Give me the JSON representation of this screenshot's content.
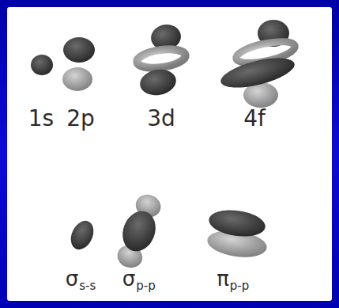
{
  "diagram": {
    "labels": [
      "1s",
      "2p",
      "3d",
      "4f",
      "σ",
      "s-s",
      "σ",
      "p-p",
      "π",
      "p-p"
    ]
  }
}
